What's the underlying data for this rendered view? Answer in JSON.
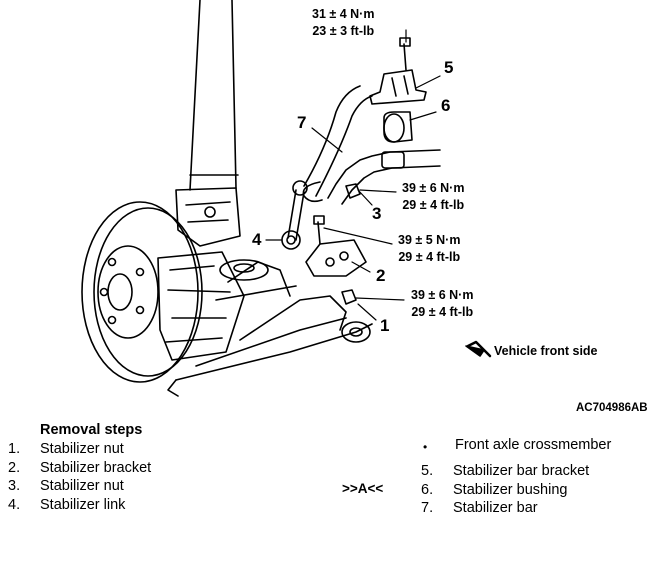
{
  "torques": {
    "bolt_top": {
      "nm": "31 ± 4 N·m",
      "ftlb": "23 ± 3 ft-lb"
    },
    "nut_3": {
      "nm": "39 ± 6 N·m",
      "ftlb": "29 ± 4 ft-lb"
    },
    "bracket_2": {
      "nm": "39 ± 5 N·m",
      "ftlb": "29 ± 4 ft-lb"
    },
    "nut_1": {
      "nm": "39 ± 6 N·m",
      "ftlb": "29 ± 4 ft-lb"
    }
  },
  "callouts": [
    "1",
    "2",
    "3",
    "4",
    "5",
    "6",
    "7"
  ],
  "vehicle_front": "Vehicle front side",
  "figure_id": "AC704986AB",
  "removal": {
    "title": "Removal steps",
    "steps": [
      {
        "num": "1.",
        "label": "Stabilizer nut"
      },
      {
        "num": "2.",
        "label": "Stabilizer bracket"
      },
      {
        "num": "3.",
        "label": "Stabilizer nut"
      },
      {
        "num": "4.",
        "label": "Stabilizer link"
      }
    ],
    "marker": ">>A<<",
    "bullet": "•",
    "crossmember": "Front axle crossmember",
    "steps_right": [
      {
        "num": "5.",
        "label": "Stabilizer bar bracket"
      },
      {
        "num": "6.",
        "label": "Stabilizer bushing"
      },
      {
        "num": "7.",
        "label": "Stabilizer bar"
      }
    ]
  }
}
